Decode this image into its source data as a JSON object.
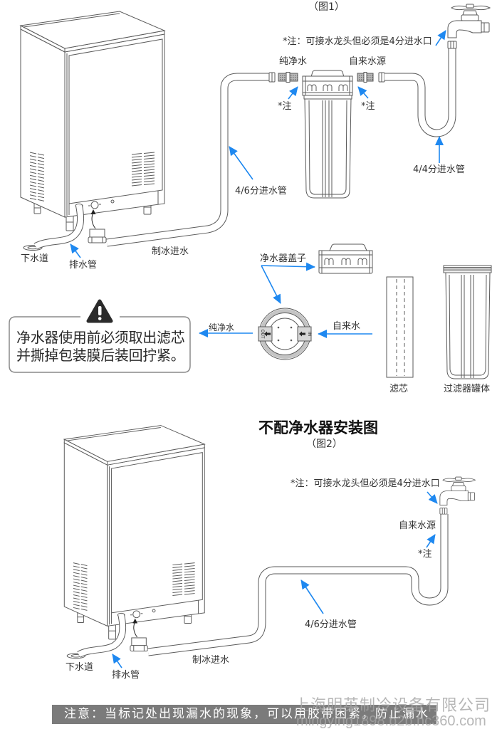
{
  "colors": {
    "arrow": "#1e88f0",
    "line": "#5a5a5a",
    "footer_bar": "#7b7b7b",
    "warning_icon": "#2b2b2b"
  },
  "figure1": {
    "caption": "（图1）",
    "faucet_note": "*注：可接水龙头但必须是4分进水口",
    "pure_water_label": "纯净水",
    "tap_water_source_label": "自来水源",
    "note_left": "*注",
    "note_right": "*注",
    "inlet_hose_46_label": "4/6分进水管",
    "inlet_hose_44_label": "4/4分进水管",
    "drain_label": "下水道",
    "drain_hose_label": "排水管",
    "ice_inlet_label": "制冰进水"
  },
  "filter_parts": {
    "cap_label": "净水器盖子",
    "out_label": "纯净水",
    "in_label": "自来水",
    "cap_out_mark": "OUT",
    "cap_in_mark": "IN",
    "cartridge_label": "滤芯",
    "housing_label": "过滤器罐体"
  },
  "warning": {
    "icon": "warning-triangle-icon",
    "lines": [
      "净水器使用前必须取出滤芯",
      "并撕掉包装膜后装回拧紧。"
    ]
  },
  "figure2": {
    "title": "不配净水器安装图",
    "caption": "（图2）",
    "faucet_note": "*注：可接水龙头但必须是4分进水口",
    "tap_water_source_label": "自来水源",
    "note": "*注",
    "inlet_hose_label": "4/6分进水管",
    "drain_label": "下水道",
    "drain_hose_label": "排水管",
    "ice_inlet_label": "制冰进水"
  },
  "footer": {
    "notice": "注意：当标记处出现漏水的现象，可以用胶带困紧，防止漏水",
    "watermark_company": "上海明英制冷设备有限公司",
    "watermark_url": "mingying1898.b2b.hc360.com"
  }
}
